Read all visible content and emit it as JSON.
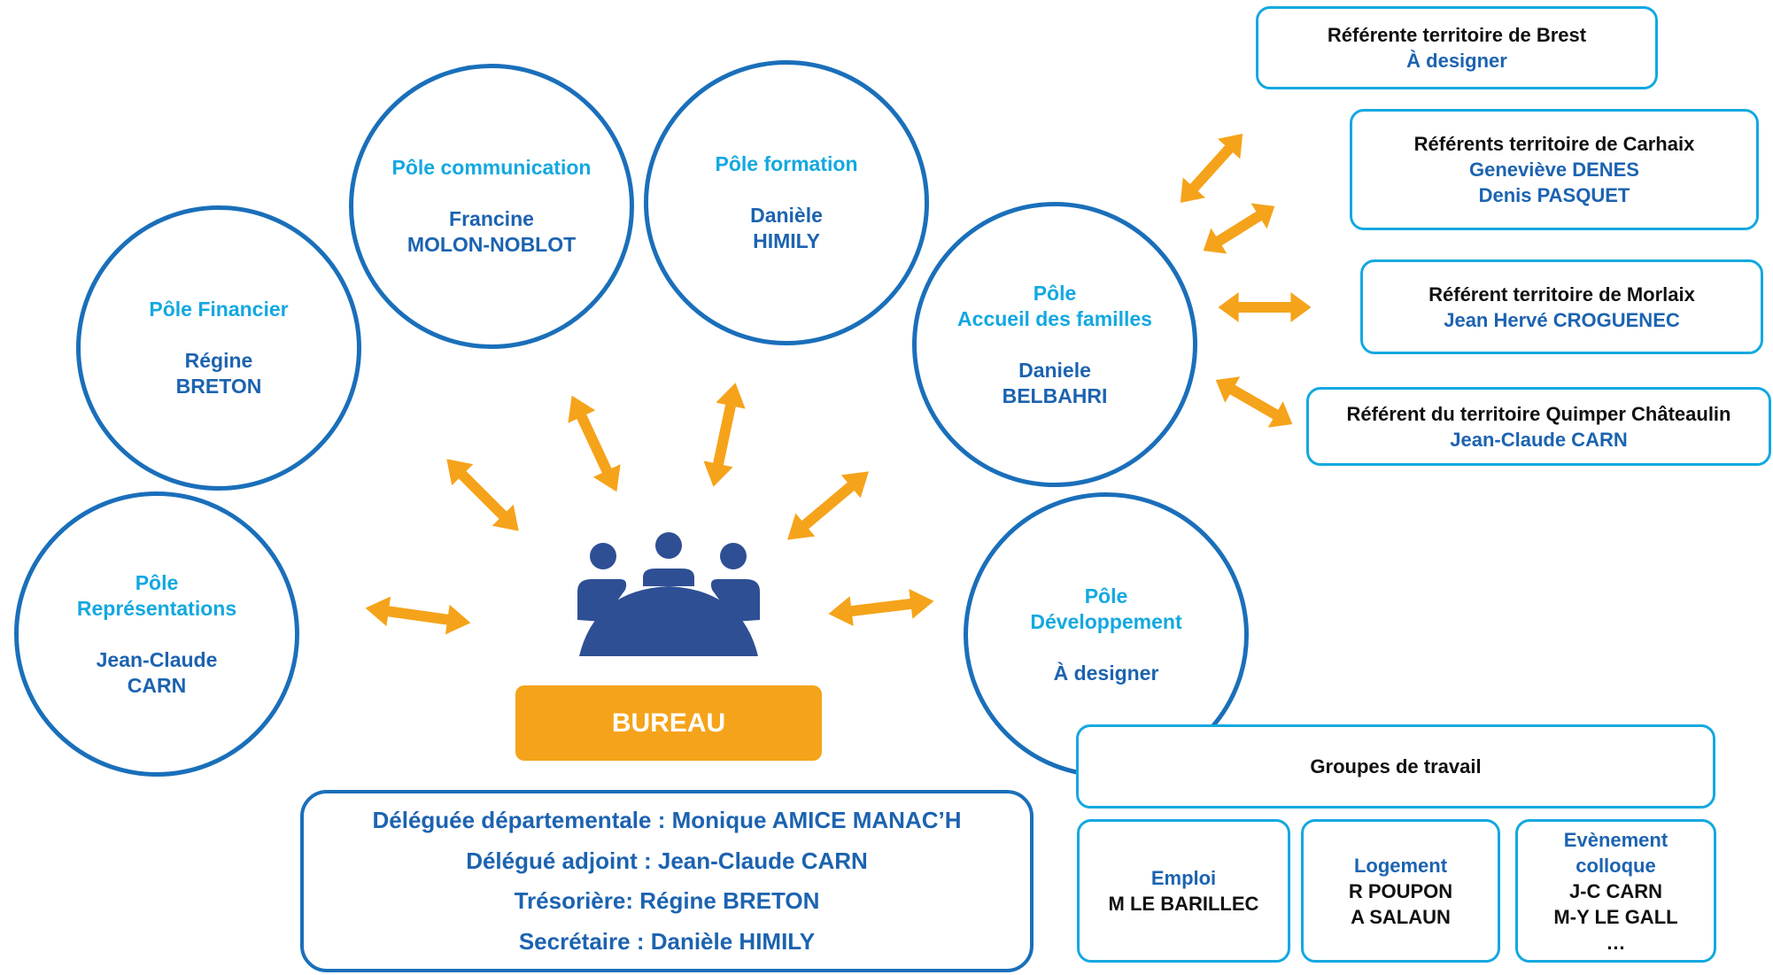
{
  "colors": {
    "circle_border": "#1a6fba",
    "pole_title": "#13a8e0",
    "person_name": "#1c63b0",
    "arrow": "#f5a31a",
    "bureau_icon": "#2e4f94",
    "box_border": "#13a8e0"
  },
  "icons": {
    "bureau": "people-around-table-icon",
    "arrows": "double-headed-arrow-icon"
  },
  "poles": {
    "communication": {
      "title": "Pôle communication",
      "person": "Francine\nMOLON-NOBLOT"
    },
    "formation": {
      "title": "Pôle formation",
      "person": "Danièle\nHIMILY"
    },
    "financier": {
      "title": "Pôle Financier",
      "person": "Régine\nBRETON"
    },
    "accueil": {
      "title": "Pôle\nAccueil des familles",
      "person": "Daniele\nBELBAHRI"
    },
    "representations": {
      "title": "Pôle\nReprésentations",
      "person": "Jean-Claude\nCARN"
    },
    "developpement": {
      "title": "Pôle\nDéveloppement",
      "person": "À designer"
    }
  },
  "referents": {
    "brest": {
      "title": "Référente territoire de Brest",
      "name": "À designer"
    },
    "carhaix": {
      "title": "Référents territoire de Carhaix",
      "name": "Geneviève DENES\nDenis PASQUET"
    },
    "morlaix": {
      "title": "Référent territoire de Morlaix",
      "name": "Jean Hervé CROGUENEC"
    },
    "quimper": {
      "title": "Référent du territoire Quimper Châteaulin",
      "name": "Jean-Claude CARN"
    }
  },
  "bureau": {
    "label": "BUREAU",
    "members": [
      "Déléguée départementale : Monique AMICE MANAC’H",
      "Délégué adjoint : Jean-Claude CARN",
      "Trésorière:  Régine BRETON",
      "Secrétaire : Danièle HIMILY"
    ]
  },
  "working_groups": {
    "title": "Groupes de travail",
    "emploi": {
      "title": "Emploi",
      "members": "M LE BARILLEC"
    },
    "logement": {
      "title": "Logement",
      "members": "R POUPON\nA SALAUN"
    },
    "evenement": {
      "title": "Evènement\ncolloque",
      "members": "J-C CARN\nM-Y LE GALL\n…"
    }
  }
}
